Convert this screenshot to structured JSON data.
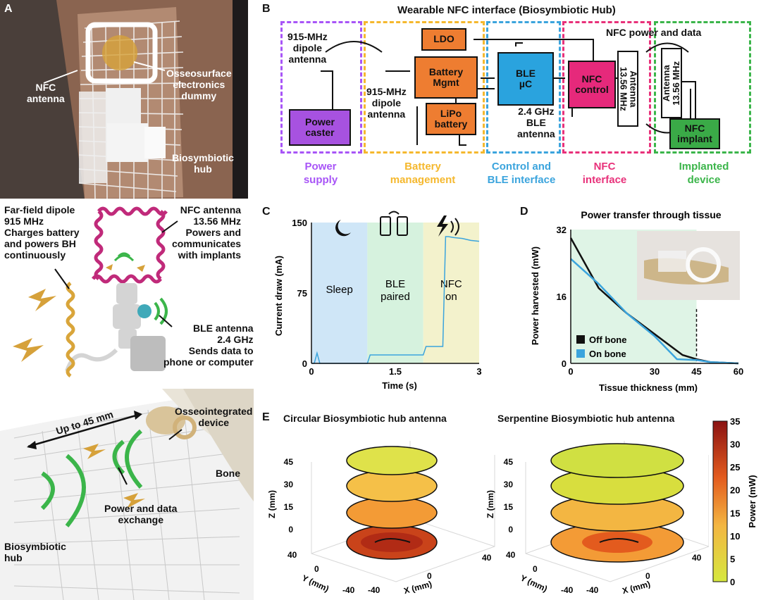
{
  "panel_letters": {
    "a": "A",
    "b": "B",
    "c": "C",
    "d": "D",
    "e": "E"
  },
  "panelA_photo": {
    "nfc_antenna": "NFC\nantenna",
    "osseo_dummy": "Osseosurface\nelectronics\ndummy",
    "hub": "Biosymbiotic\nhub"
  },
  "panelA_schematic": {
    "far_field": "Far-field dipole\n915 MHz\nCharges battery\nand powers BH\ncontinuously",
    "nfc_antenna": "NFC antenna\n13.56 MHz\nPowers and\ncommunicates\nwith implants",
    "ble_antenna": "BLE antenna\n2.4 GHz\nSends data to\nphone or computer"
  },
  "panelA_bone": {
    "range": "Up to 45 mm",
    "osseo_device": "Osseointegrated\ndevice",
    "bone": "Bone",
    "exchange": "Power and data\nexchange",
    "hub": "Biosymbiotic\nhub"
  },
  "panelB": {
    "title": "Wearable NFC interface (Biosymbiotic Hub)",
    "dipole_top": "915-MHz\ndipole\nantenna",
    "dipole_mid": "915-MHz\ndipole\nantenna",
    "power_caster": "Power\ncaster",
    "ldo": "LDO",
    "battery_mgmt": "Battery\nMgmt",
    "lipo": "LiPo\nbattery",
    "ble_uc": "BLE\nµC",
    "ble_antenna": "2.4 GHz\nBLE\nantenna",
    "nfc_control": "NFC\ncontrol",
    "nfc_power_data": "NFC power and data",
    "antenna_a": "Antenna\n13.56 MHz",
    "antenna_b": "Antenna\n13.56 MHz",
    "nfc_implant": "NFC\nimplant",
    "sections": [
      "Power\nsupply",
      "Battery\nmanagement",
      "Control and\nBLE interface",
      "NFC\ninterface",
      "Implanted\ndevice"
    ],
    "colors": {
      "power": "#a855f7",
      "battery": "#f5b82e",
      "control": "#3ba4dd",
      "nfc": "#e8317a",
      "implant": "#3bb54a",
      "orange_box": "#ee7d31",
      "blue_box": "#2aa3de",
      "pink_box": "#e6297b",
      "green_box": "#3aaa47",
      "purple_box": "#a752e0"
    }
  },
  "chart_data": [
    {
      "type": "line",
      "panel": "C",
      "xlabel": "Time (s)",
      "ylabel": "Current draw (mA)",
      "xlim": [
        0,
        3
      ],
      "ylim": [
        0,
        150
      ],
      "xticks": [
        "0",
        "1.5",
        "3"
      ],
      "yticks": [
        "0",
        "75",
        "150"
      ],
      "regions": [
        {
          "label": "Sleep",
          "x": [
            0,
            1
          ],
          "color": "#cfe6f7"
        },
        {
          "label": "BLE\npaired",
          "x": [
            1,
            2
          ],
          "color": "#d6f2de"
        },
        {
          "label": "NFC\non",
          "x": [
            2,
            3
          ],
          "color": "#f3f2cc"
        }
      ],
      "x": [
        0,
        0.05,
        0.1,
        0.15,
        1.0,
        1.05,
        1.5,
        2.0,
        2.05,
        2.2,
        2.35,
        2.4,
        2.45,
        2.55,
        2.7,
        2.85,
        3.0
      ],
      "y": [
        0,
        0,
        11,
        0,
        0,
        9,
        9,
        9,
        18,
        18,
        18,
        135,
        135,
        134,
        133,
        131,
        130
      ]
    },
    {
      "type": "line",
      "panel": "D",
      "title": "Power transfer through tissue",
      "xlabel": "Tissue thickness (mm)",
      "ylabel": "Power harvested (mW)",
      "xlim": [
        0,
        60
      ],
      "ylim": [
        0,
        32
      ],
      "xticks": [
        "0",
        "30",
        "45",
        "60"
      ],
      "yticks": [
        "0",
        "16",
        "32"
      ],
      "marker_x": 45,
      "series": [
        {
          "name": "Off bone",
          "color": "#111111",
          "x": [
            0,
            10,
            20,
            30,
            40,
            45,
            50,
            60
          ],
          "y": [
            30,
            18,
            12,
            7,
            2,
            1,
            0.3,
            0
          ]
        },
        {
          "name": "On bone",
          "color": "#3ba4dd",
          "x": [
            0,
            10,
            20,
            30,
            38,
            45,
            50,
            60
          ],
          "y": [
            25,
            19,
            12,
            6.5,
            1,
            0.8,
            0.3,
            0
          ]
        }
      ]
    },
    {
      "type": "heatmap",
      "panel": "E",
      "titles": [
        "Circular Biosymbiotic hub antenna",
        "Serpentine Biosymbiotic hub antenna"
      ],
      "zlabel": "Z (mm)",
      "ylabel": "Y (mm)",
      "xlabel": "X (mm)",
      "zticks": [
        "0",
        "15",
        "30",
        "45"
      ],
      "xyticks": [
        "-40",
        "0",
        "40"
      ],
      "colorbar_label": "Power (mW)",
      "colorbar_ticks": [
        "0",
        "5",
        "10",
        "15",
        "20",
        "25",
        "30",
        "35"
      ],
      "colorbar_range": [
        0,
        35
      ]
    }
  ]
}
